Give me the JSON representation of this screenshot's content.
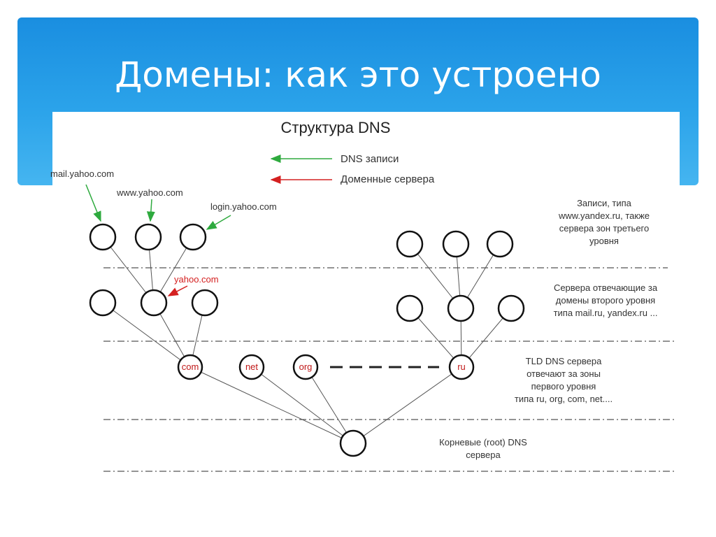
{
  "slide": {
    "title": "Домены: как это устроено"
  },
  "diagram": {
    "title": "Структура DNS",
    "legend": {
      "dns_records": "DNS записи",
      "domain_servers": "Доменные сервера"
    },
    "labels": {
      "mail": "mail.yahoo.com",
      "www": "www.yahoo.com",
      "login": "login.yahoo.com",
      "yahoo": "yahoo.com"
    },
    "tld_nodes": [
      "com",
      "net",
      "org",
      "ru"
    ],
    "descriptions": {
      "level3": [
        "Записи, типа",
        "www.yandex.ru, также",
        "сервера  зон третьего",
        "уровня"
      ],
      "level2": [
        "Сервера отвечающие за",
        "домены второго уровня",
        "типа mail.ru, yandex.ru ..."
      ],
      "tld": [
        "TLD  DNS сервера",
        "отвечают за зоны",
        "первого уровня",
        "типа ru, org, com, net...."
      ],
      "root": [
        "Корневые (root) DNS",
        "сервера"
      ]
    },
    "colors": {
      "green_arrow": "#2eaa3e",
      "red_arrow": "#d42020",
      "tld_node_text": "#c01818"
    }
  }
}
